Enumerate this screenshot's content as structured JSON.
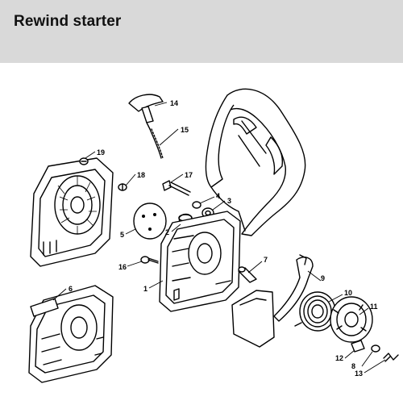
{
  "page": {
    "title": "Rewind starter"
  },
  "callouts": {
    "c1": "1",
    "c2": "2",
    "c3": "3",
    "c4": "4",
    "c5": "5",
    "c6": "6",
    "c7": "7",
    "c8": "8",
    "c9": "9",
    "c10": "10",
    "c11": "11",
    "c12": "12",
    "c13": "13",
    "c14": "14",
    "c15": "15",
    "c16": "16",
    "c17": "17",
    "c18": "18",
    "c19": "19"
  }
}
